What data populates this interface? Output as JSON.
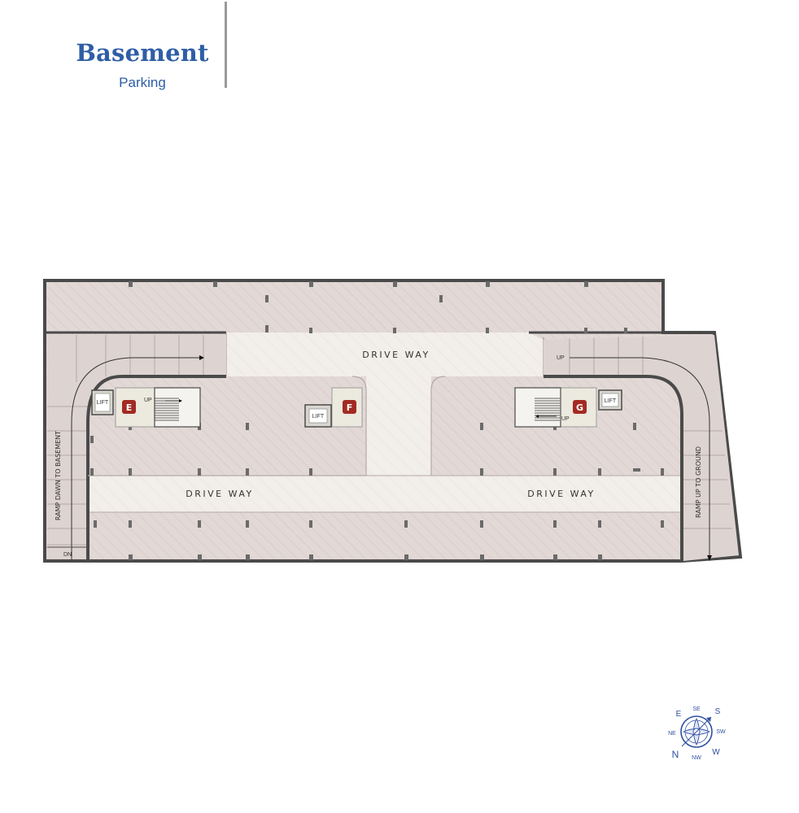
{
  "header": {
    "title": "Basement",
    "subtitle": "Parking"
  },
  "plan": {
    "drive_way_top": "DRIVE WAY",
    "drive_way_left": "DRIVE WAY",
    "drive_way_right": "DRIVE WAY",
    "ramp_down": "RAMP DAWN TO BASEMENT",
    "ramp_up": "RAMP UP TO GROUND",
    "dn_label": "DN",
    "up_label_ramp": "UP",
    "stair_up_e": "UP",
    "stair_up_g": "UP",
    "lift_e": "LIFT",
    "lift_f": "LIFT",
    "lift_g": "LIFT",
    "core_e": "E",
    "core_f": "F",
    "core_g": "G"
  },
  "compass": {
    "n": "N",
    "ne": "NE",
    "e": "E",
    "se": "SE",
    "s": "S",
    "sw": "SW",
    "w": "W",
    "nw": "NW"
  },
  "colors": {
    "wall": "#4a4a4a",
    "parking": "#e2d8d6",
    "driveway": "#f2eeea",
    "core": "#ece9df",
    "tag": "#a32a22",
    "accent": "#2f5ea6",
    "compass": "#2f4fa0"
  }
}
